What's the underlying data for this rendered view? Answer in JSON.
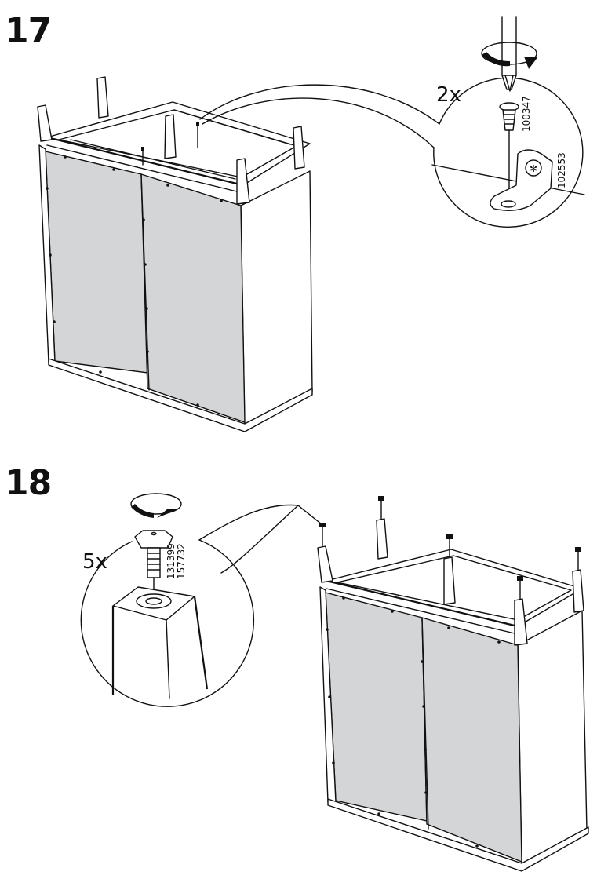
{
  "steps": [
    {
      "number": "17",
      "detail": {
        "quantity": "2x",
        "parts": [
          {
            "part_number": "100347",
            "icon": "screw-icon"
          },
          {
            "part_number": "102553",
            "icon": "angle-bracket-icon"
          }
        ],
        "tool": "screwdriver-icon",
        "rotation": "clockwise-rotation-arrow-icon"
      },
      "illustration": "cabinet-upside-down-with-legs-icon"
    },
    {
      "number": "18",
      "detail": {
        "quantity": "5x",
        "parts": [
          {
            "part_number": "131399",
            "icon": "adjustable-foot-bolt-icon"
          },
          {
            "part_number": "157732",
            "icon": "adjustable-foot-bolt-icon"
          }
        ],
        "rotation": "clockwise-rotation-arrow-icon"
      },
      "illustration": "cabinet-upside-down-with-feet-icon"
    }
  ],
  "colors": {
    "line": "#111111",
    "panel_fill": "#d3d5d7",
    "background": "#ffffff"
  }
}
